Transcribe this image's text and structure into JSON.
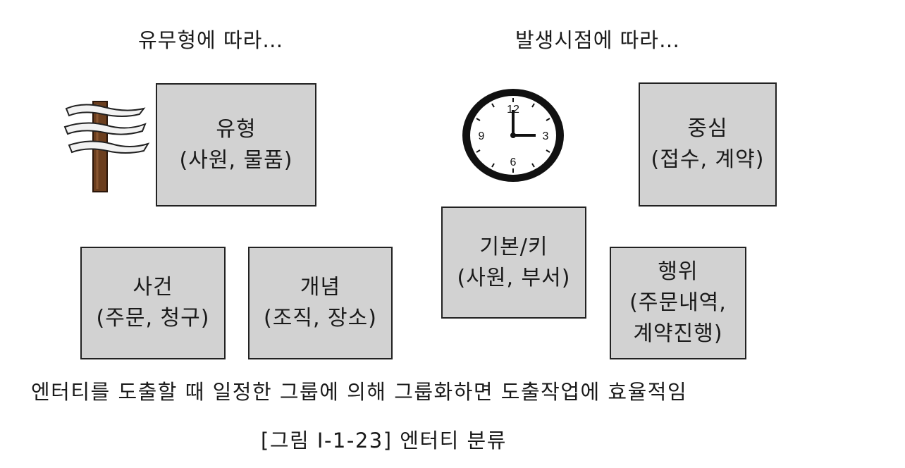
{
  "headings": {
    "left": "유무형에 따라…",
    "right": "발생시점에 따라…"
  },
  "boxes": {
    "type": {
      "title": "유형",
      "example": "(사원, 물품)"
    },
    "core": {
      "title": "중심",
      "example": "(접수, 계약)"
    },
    "basic_key": {
      "title": "기본/키",
      "example": "(사원, 부서)"
    },
    "event": {
      "title": "사건",
      "example": "(주문, 청구)"
    },
    "concept": {
      "title": "개념",
      "example": "(조직, 장소)"
    },
    "action": {
      "title": "행위",
      "example_line1": "(주문내역,",
      "example_line2": "계약진행)"
    }
  },
  "clock": {
    "n12": "12",
    "n3": "3",
    "n6": "6",
    "n9": "9"
  },
  "description": "엔터티를 도출할 때 일정한 그룹에 의해 그룹화하면 도출작업에 효율적임",
  "figure_caption": "[그림 Ⅰ-1-23] 엔터티 분류"
}
